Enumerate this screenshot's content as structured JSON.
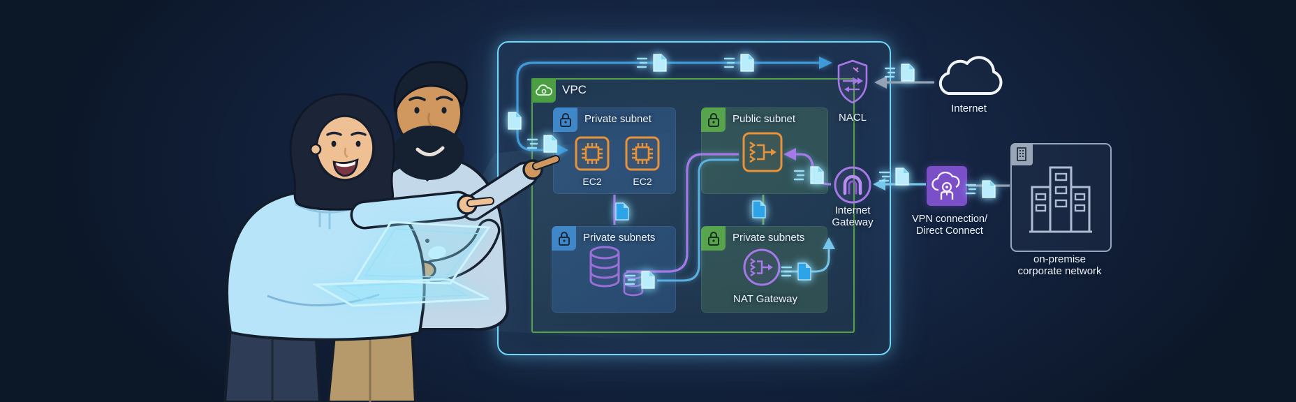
{
  "diagram": {
    "vpc_label": "VPC",
    "private_subnet_top": {
      "label": "Private subnet",
      "ec2": [
        "EC2",
        "EC2"
      ]
    },
    "public_subnet": {
      "label": "Public subnet"
    },
    "private_subnets_left": {
      "label": "Private subnets"
    },
    "private_subnets_right": {
      "label": "Private subnets",
      "nat_label": "NAT Gateway"
    },
    "nacl_label": "NACL",
    "internet_label": "Internet",
    "internet_gateway": {
      "line1": "Internet",
      "line2": "Gateway"
    },
    "vpn": {
      "line1": "VPN connection/",
      "line2": "Direct Connect"
    },
    "onprem": {
      "line1": "on-premise",
      "line2": "corporate network"
    }
  },
  "colors": {
    "background": "#152542",
    "panel_border": "#72d7f8",
    "vpc_green": "#57a04b",
    "subnet_blue_fill": "#2e4f74",
    "subnet_green_fill": "#3a5745",
    "lock_badge_blue": "#3f87c8",
    "lock_badge_green": "#58a44c",
    "ec2_orange": "#e8923a",
    "purple_accent": "#a678e8",
    "vpn_purple": "#7a4fc8",
    "flow_blue": "#3f9ada",
    "flow_gray": "#94a1b2",
    "doc_pale": "#b9edfc",
    "doc_blue": "#2ea4e8",
    "text": "#eef4fb"
  },
  "icons": {
    "vpc": "cloud-icon",
    "subnet_header": "lock-icon",
    "compute": "ec2-chip-icon",
    "public_router": "load-balancer-icon",
    "nacl": "shield-icon",
    "internet_gateway": "gateway-arch-icon",
    "nat": "nat-gateway-icon",
    "database": "database-cylinders-icon",
    "vpn": "cloud-lock-icon",
    "internet": "cloud-outline-icon",
    "onprem": "building-icon",
    "traffic": "document-icon"
  }
}
